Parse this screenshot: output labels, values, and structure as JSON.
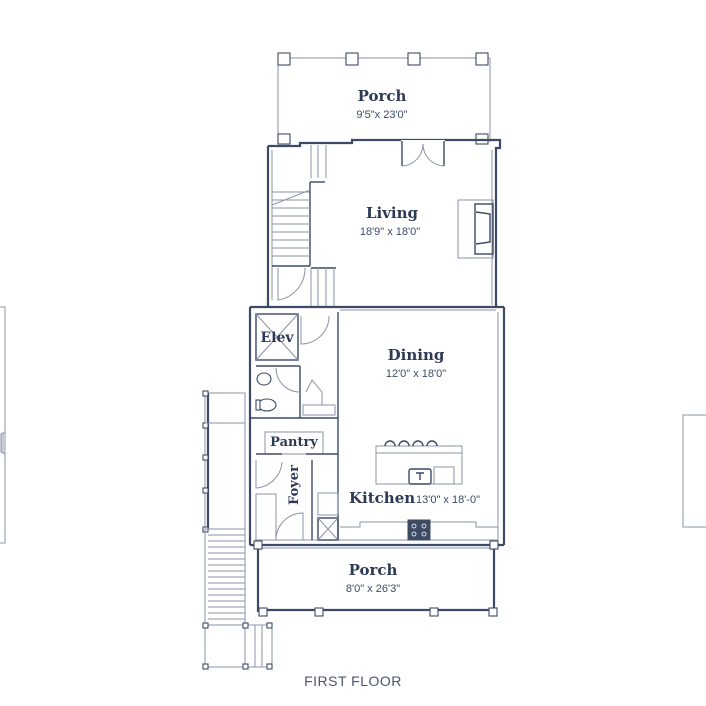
{
  "plan": {
    "caption": "FIRST FLOOR",
    "colors": {
      "line": "#3c4a66",
      "text": "#2e3a55",
      "light": "#8b93a8"
    },
    "rooms": {
      "porch_rear": {
        "name": "Porch",
        "dim": "9'5\"x 23'0\""
      },
      "living": {
        "name": "Living",
        "dim": "18'9\" x 18'0\""
      },
      "elevator": {
        "name": "Elev"
      },
      "dining": {
        "name": "Dining",
        "dim": "12'0\" x 18'0\""
      },
      "pantry": {
        "name": "Pantry"
      },
      "foyer": {
        "name": "Foyer"
      },
      "kitchen": {
        "name": "Kitchen",
        "dim": "13'0\" x 18'-0\""
      },
      "porch_front": {
        "name": "Porch",
        "dim": "8'0\" x 26'3\""
      }
    }
  }
}
